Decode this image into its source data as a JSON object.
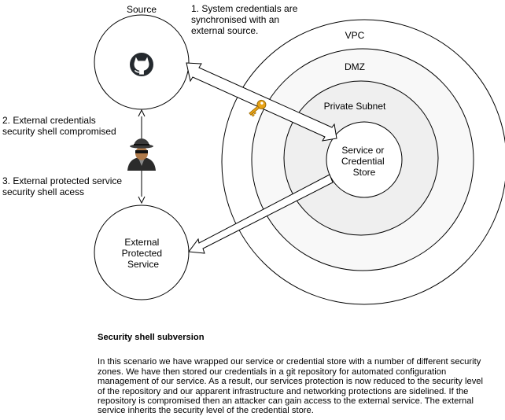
{
  "nodes": {
    "source_label": "Source",
    "vpc_label": "VPC",
    "dmz_label": "DMZ",
    "subnet_label": "Private Subnet",
    "store_lines": [
      "Service or",
      "Credential",
      "Store"
    ],
    "external_lines": [
      "External",
      "Protected",
      "Service"
    ]
  },
  "annotations": {
    "note_1": [
      "1. System credentials are",
      "synchronised with an",
      "external source."
    ],
    "note_2": [
      "2. External credentials",
      "security shell compromised"
    ],
    "note_3": [
      "3. External protected service",
      "security shell acess"
    ]
  },
  "icons": {
    "source": "github-icon",
    "attacker": "hacker-icon",
    "credential": "key-icon"
  },
  "colors": {
    "github": "#24292e",
    "key": "#e8a317",
    "zone_outer": "#ffffff",
    "zone_dmz": "#f8f8f8",
    "zone_subnet": "#efefef"
  },
  "caption": {
    "title": "Security shell subversion",
    "body": "In this scenario we have wrapped our service or credential store with a  number of different security zones. We have then stored our credentials in a git repository for automated configuration management of our service. As a result, our services protection is now reduced to the security level of the repository and our apparent infrastructure and networking protections are sidelined. If the repository is compromised then an attacker can gain access to the external service. The external service inherits the security level of the credential store."
  }
}
